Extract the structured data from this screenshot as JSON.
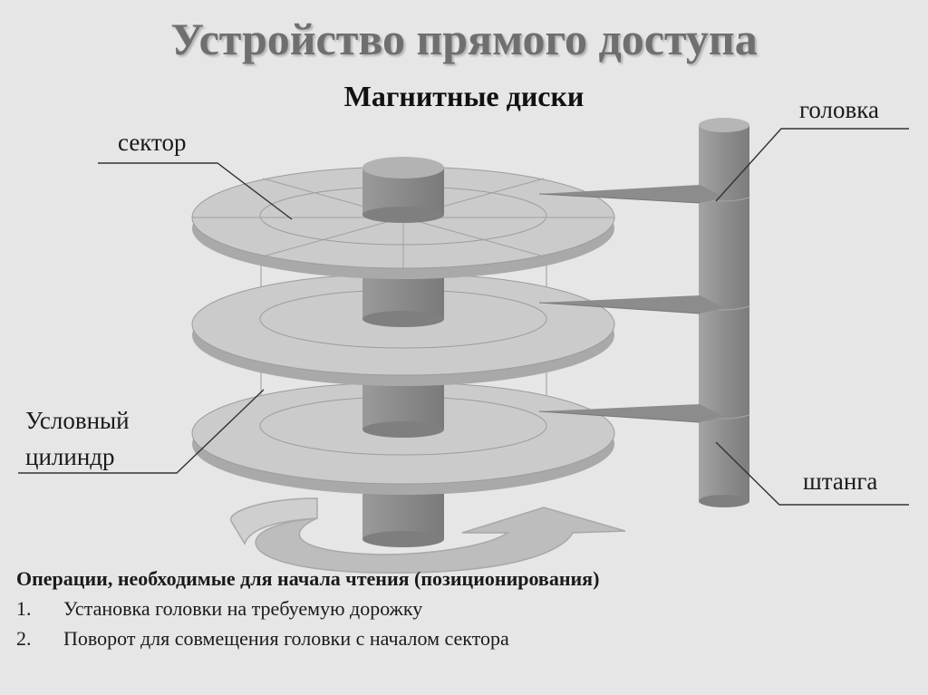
{
  "title": "Устройство прямого доступа",
  "subtitle": "Магнитные диски",
  "labels": {
    "sector": "сектор",
    "head": "головка",
    "cylinder_line1": "Условный",
    "cylinder_line2": "цилиндр",
    "rod": "штанга"
  },
  "operations": {
    "heading": "Операции, необходимые для начала чтения (позиционирования)",
    "items": [
      {
        "num": "1.",
        "text": "Установка головки на требуемую дорожку"
      },
      {
        "num": "2.",
        "text": "Поворот для совмещения головки с началом сектора"
      }
    ]
  },
  "colors": {
    "background": "#e6e6e6",
    "disk": "#c8c8c8",
    "spindle": "#8a8a8a",
    "title": "#6f6f6f"
  }
}
